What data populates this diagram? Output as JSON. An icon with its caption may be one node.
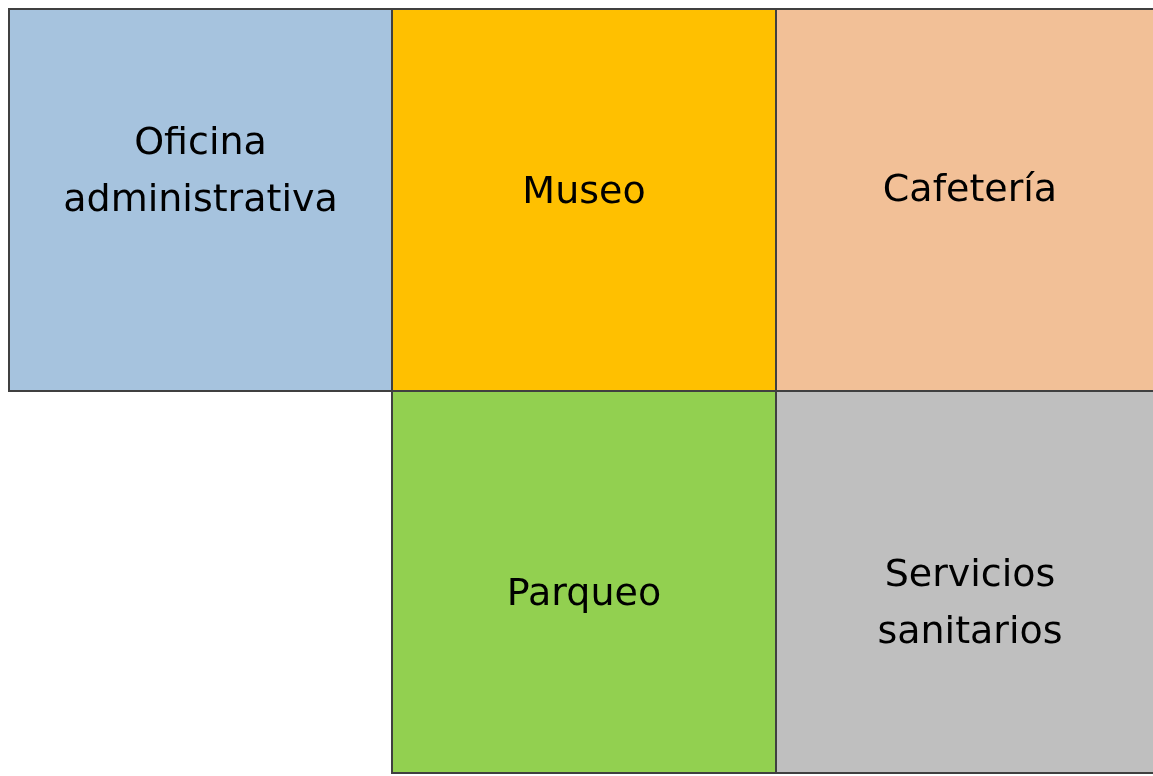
{
  "diagram": {
    "nodes": [
      {
        "text": [
          "Oficina administrativa"
        ]
      },
      {
        "text": [
          "Museo"
        ]
      },
      {
        "text": [
          "Cafetería"
        ]
      },
      {
        "text": [
          "Parqueo"
        ]
      },
      {
        "text": [
          "Servicios sanitarios"
        ]
      }
    ]
  }
}
